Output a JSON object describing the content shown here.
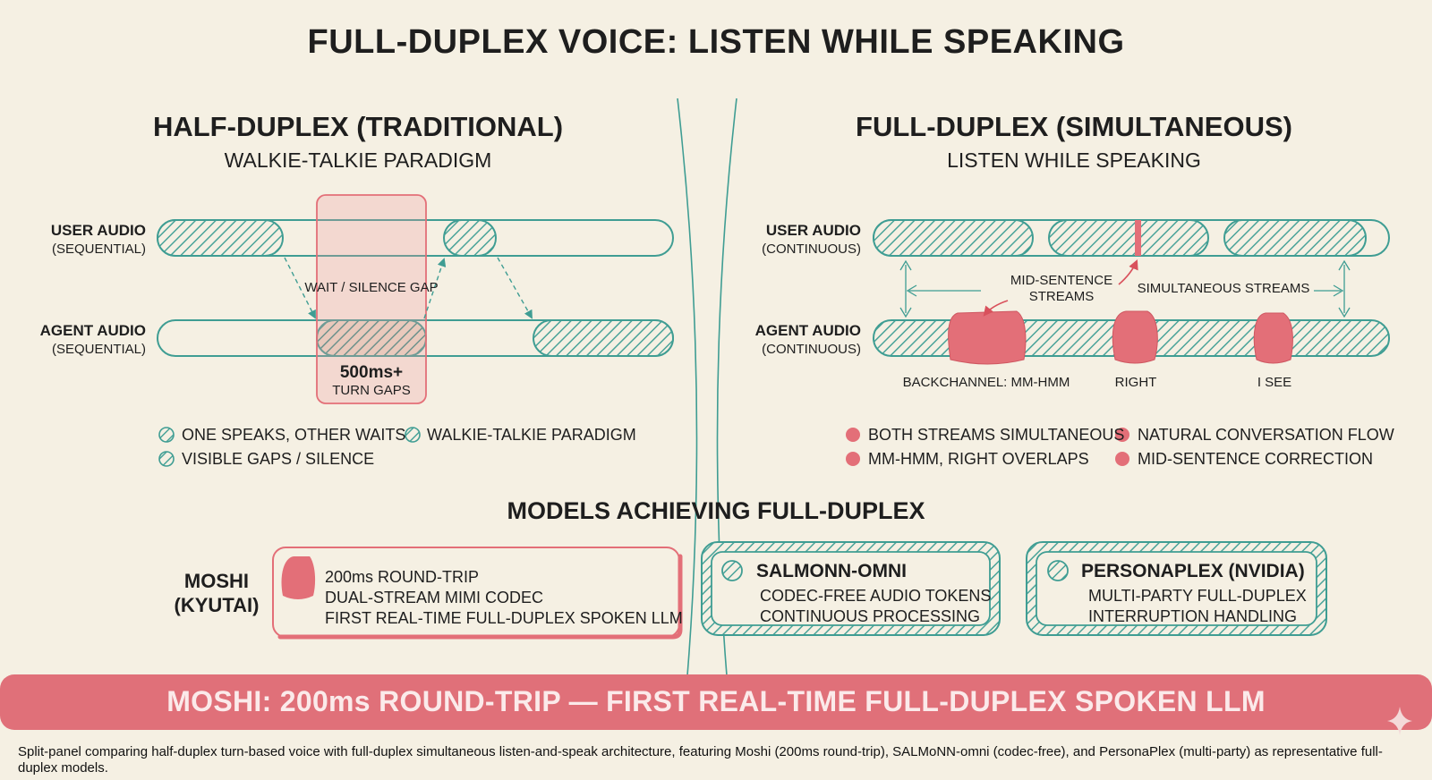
{
  "title": "FULL-DUPLEX VOICE: LISTEN WHILE SPEAKING",
  "half": {
    "heading": "HALF-DUPLEX (TRADITIONAL)",
    "subheading": "WALKIE-TALKIE PARADIGM",
    "user_lane": "USER AUDIO",
    "user_mode": "(SEQUENTIAL)",
    "agent_lane": "AGENT AUDIO",
    "agent_mode": "(SEQUENTIAL)",
    "gap_label": "WAIT / SILENCE GAP",
    "gap_value": "500ms+",
    "gap_unit": "TURN GAPS",
    "legend": [
      "ONE SPEAKS, OTHER WAITS",
      "WALKIE-TALKIE PARADIGM",
      "VISIBLE GAPS / SILENCE"
    ]
  },
  "full": {
    "heading": "FULL-DUPLEX (SIMULTANEOUS)",
    "subheading": "LISTEN WHILE SPEAKING",
    "user_lane": "USER AUDIO",
    "user_mode": "(CONTINUOUS)",
    "agent_lane": "AGENT AUDIO",
    "agent_mode": "(CONTINUOUS)",
    "mid_label_1": "MID-SENTENCE",
    "mid_label_2": "STREAMS",
    "sim_label": "SIMULTANEOUS STREAMS",
    "backchannels": [
      "BACKCHANNEL: MM-HMM",
      "RIGHT",
      "I SEE"
    ],
    "legend": [
      "BOTH STREAMS SIMULTANEOUS",
      "NATURAL CONVERSATION FLOW",
      "MM-HMM, RIGHT OVERLAPS",
      "MID-SENTENCE CORRECTION"
    ]
  },
  "models": {
    "heading": "MODELS ACHIEVING FULL-DUPLEX",
    "moshi": {
      "name_1": "MOSHI",
      "name_2": "(KYUTAI)",
      "lines": [
        "200ms ROUND-TRIP",
        "DUAL-STREAM MIMI CODEC",
        "FIRST REAL-TIME FULL-DUPLEX SPOKEN LLM"
      ]
    },
    "salmonn": {
      "name": "SALMONN-OMNI",
      "lines": [
        "CODEC-FREE AUDIO TOKENS",
        "CONTINUOUS PROCESSING"
      ]
    },
    "personaplex": {
      "name": "PERSONAPLEX (NVIDIA)",
      "lines": [
        "MULTI-PARTY FULL-DUPLEX",
        "INTERRUPTION HANDLING"
      ]
    }
  },
  "banner": "MOSHI: 200ms ROUND-TRIP — FIRST REAL-TIME FULL-DUPLEX SPOKEN LLM",
  "caption": "Split-panel comparing half-duplex turn-based voice with full-duplex simultaneous listen-and-speak architecture, featuring Moshi (200ms round-trip), SALMoNN-omni (codec-free), and PersonaPlex (multi-party) as representative full-duplex models.",
  "colors": {
    "background": "#f5f0e3",
    "teal": "#3f9d93",
    "coral": "#e36f78",
    "ink": "#1e1e1e"
  }
}
